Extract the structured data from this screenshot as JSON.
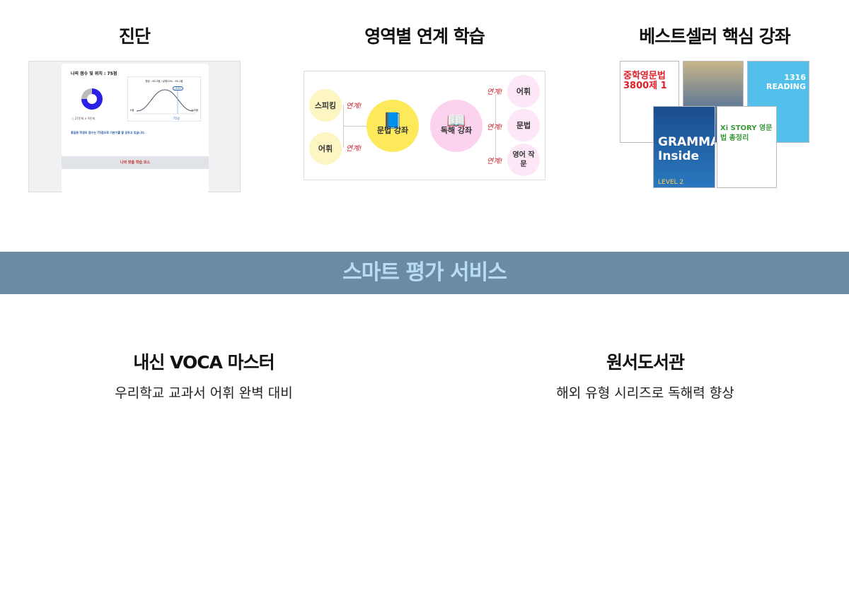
{
  "columns": [
    {
      "title": "진단"
    },
    {
      "title": "영역별 연계 학습"
    },
    {
      "title": "베스트셀러 핵심 강좌"
    }
  ],
  "diagnosis": {
    "heading": "나의 점수 및 위치 : 75점",
    "graph_label": "평균 : 65.2점 / 상위10% : 90.1점",
    "my_position": "나의위치",
    "min": "0점",
    "max": "100점",
    "score": "75점",
    "legend_correct": "27문제",
    "legend_wrong": "9문제",
    "summary": "홍길동 학생의 점수는 75점으로 기본기를 잘 갖추고 있습니다.",
    "course_band": "나의 맞춤 학습 코스",
    "score_fraction": 0.75
  },
  "linkage": {
    "left": [
      "스피킹",
      "어휘"
    ],
    "grammar": "문법 강좌",
    "reading": "독해 강좌",
    "right": [
      "어휘",
      "문법",
      "영어 작문"
    ],
    "tag": "연계!"
  },
  "books": [
    {
      "title": "중학영문법 3800제 1"
    },
    {
      "title": "GRAMMAR Inside",
      "level": "LEVEL 2"
    },
    {
      "title": "1316 READING"
    },
    {
      "title": "Xi STORY 영문법 총정리"
    }
  ],
  "banner": {
    "title": "스마트 평가 서비스"
  },
  "services": [
    {
      "title": "내신 VOCA 마스터",
      "desc": "우리학교 교과서 어휘 완벽 대비"
    },
    {
      "title": "원서도서관",
      "desc": "해외 유형 시리즈로 독해력 향상"
    }
  ]
}
